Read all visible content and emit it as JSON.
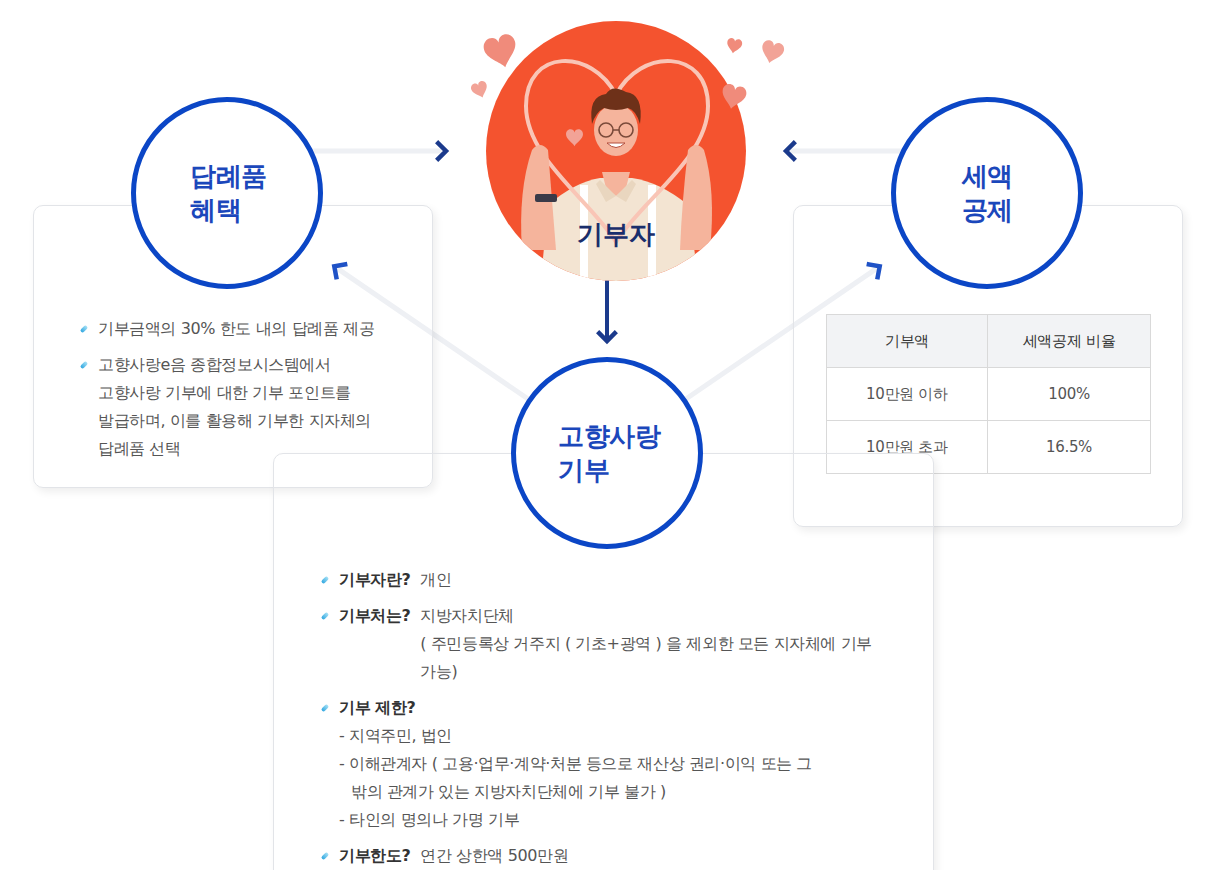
{
  "diagram": {
    "nodes": [
      {
        "text": [
          "답례품 혜택"
        ]
      },
      {
        "text": [
          "기부금액의 30% 한도 내의 답례품 제공",
          "고향사랑e음 종합정보시스템에서 고향사랑 기부에 대한 기부 포인트를 발급하며, 이를 활용해 기부한 지자체의 답례품 선택"
        ]
      },
      {
        "text": [
          "기부자"
        ]
      },
      {
        "text": [
          "세액 공제"
        ]
      },
      {
        "text": [
          "기부액",
          "세액공제 비율",
          "10만원 이하",
          "100%",
          "10만원 초과",
          "16.5%"
        ]
      },
      {
        "text": [
          "고향사랑 기부"
        ]
      },
      {
        "text": [
          "기부자란?",
          "개인",
          "기부처는?",
          "지방자치단체",
          "( 주민등록상 거주지 ( 기초+광역 ) 을 제외한 모든 지자체에 기부 가능)",
          "기부 제한?",
          "- 지역주민, 법인",
          "- 이해관계자 ( 고용·업무·계약·처분 등으로 재산상 권리·이익 또는 그 밖의 관계가 있는 지방자치단체에 기부 불가 )",
          "- 타인의 명의나 가명 기부",
          "기부한도?",
          "연간 상한액 500만원"
        ]
      }
    ],
    "edges": [
      {
        "from": 0,
        "to": 2,
        "arrow": "to"
      },
      {
        "from": 3,
        "to": 2,
        "arrow": "to"
      },
      {
        "from": 2,
        "to": 5,
        "arrow": "to"
      },
      {
        "from": 5,
        "to": 0,
        "arrow": "to"
      },
      {
        "from": 5,
        "to": 3,
        "arrow": "to"
      }
    ]
  }
}
